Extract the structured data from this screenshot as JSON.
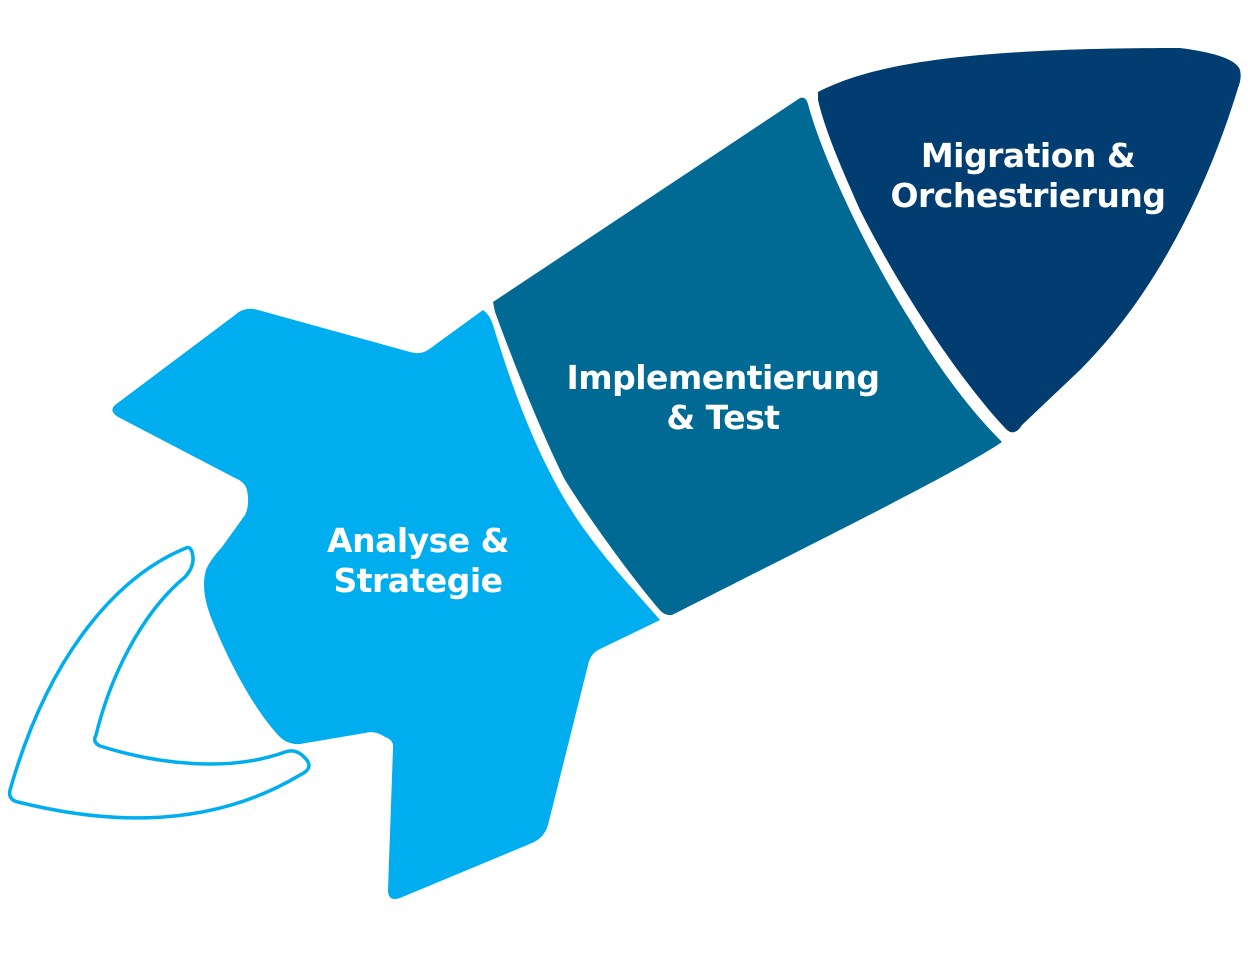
{
  "colors": {
    "phase1": "#00ADEE",
    "phase2": "#006A95",
    "phase3": "#013D70"
  },
  "phases": [
    {
      "line1": "Analyse &",
      "line2": "Strategie"
    },
    {
      "line1": "Implementierung",
      "line2": "& Test"
    },
    {
      "line1": "Migration &",
      "line2": "Orchestrierung"
    }
  ]
}
